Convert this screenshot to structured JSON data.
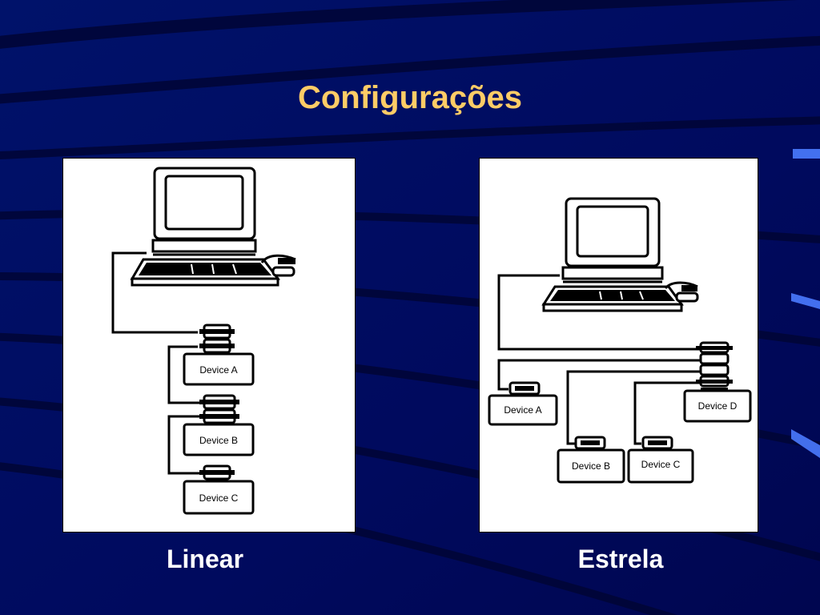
{
  "slide": {
    "title": "Configurações"
  },
  "diagrams": [
    {
      "caption": "Linear",
      "devices": [
        "Device A",
        "Device B",
        "Device C"
      ]
    },
    {
      "caption": "Estrela",
      "devices": [
        "Device A",
        "Device B",
        "Device C",
        "Device D"
      ]
    }
  ],
  "colors": {
    "background": "#000a5e",
    "title": "#ffcc66",
    "caption": "#ffffff",
    "accent_stripe": "#4a7bff"
  },
  "icons": [
    "computer-icon",
    "keyboard-icon",
    "mouse-icon",
    "connector-icon"
  ]
}
